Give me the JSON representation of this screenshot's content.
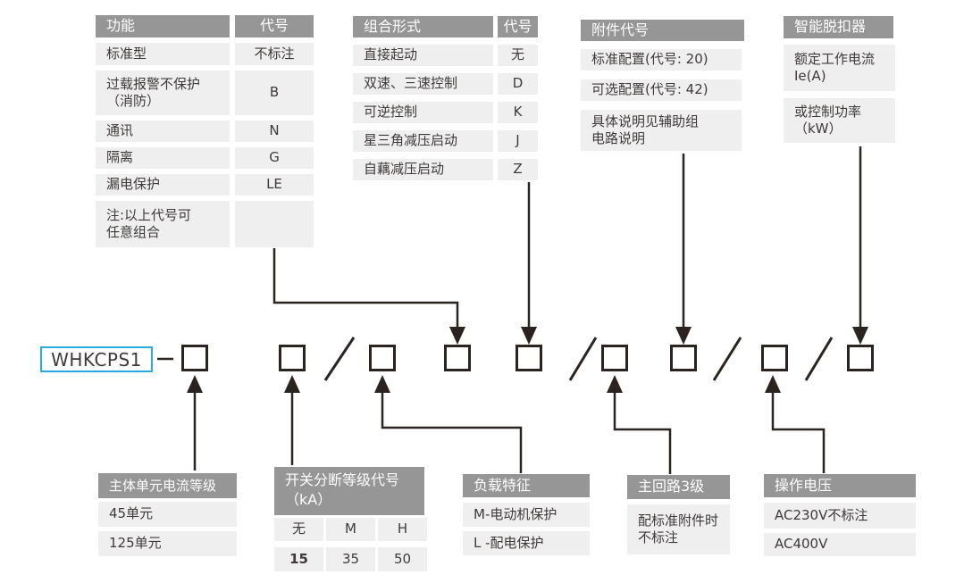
{
  "model": {
    "prefix": "WHKCPS1",
    "separator": "-"
  },
  "colors": {
    "accent": "#29abe2",
    "header_bg": "#969696",
    "header_text": "#fdfdfd",
    "row_bg": "#f0efef",
    "body_text": "#3f3a39",
    "line": "#2b2320"
  },
  "tables": {
    "function": {
      "headers": [
        "功能",
        "代号"
      ],
      "rows": [
        [
          "标准型",
          "不标注"
        ],
        [
          "过载报警不保护\n（消防）",
          "B"
        ],
        [
          "通讯",
          "N"
        ],
        [
          "隔离",
          "G"
        ],
        [
          "漏电保护",
          "LE"
        ],
        [
          "注:以上代号可\n任意组合",
          ""
        ]
      ]
    },
    "combination": {
      "headers": [
        "组合形式",
        "代号"
      ],
      "rows": [
        [
          "直接起动",
          "无"
        ],
        [
          "双速、三速控制",
          "D"
        ],
        [
          "可逆控制",
          "K"
        ],
        [
          "星三角减压启动",
          "J"
        ],
        [
          "自藕减压启动",
          "Z"
        ]
      ]
    }
  },
  "sections": {
    "accessory": {
      "header": "附件代号",
      "rows": [
        "标准配置(代号: 20)",
        "可选配置(代号: 42)",
        "具体说明见辅助组\n电路说明"
      ]
    },
    "release": {
      "header": "智能脱扣器",
      "rows": [
        "额定工作电流\nIe(A)",
        "或控制功率\n（kW）"
      ]
    },
    "unit_current": {
      "header": "主体单元电流等级",
      "rows": [
        "45单元",
        "125单元"
      ]
    },
    "breaking": {
      "header": "开关分断等级代号\n（kA）",
      "rows": [
        [
          "无",
          "M",
          "H"
        ],
        [
          "15",
          "35",
          "50"
        ]
      ]
    },
    "load": {
      "header": "负载特征",
      "rows": [
        "M-电动机保护",
        "L -配电保护"
      ]
    },
    "main_circuit": {
      "header": "主回路3级",
      "rows": [
        "配标准附件时\n不标注"
      ]
    },
    "voltage": {
      "header": "操作电压",
      "rows": [
        "AC230V不标注",
        "AC400V"
      ]
    }
  }
}
